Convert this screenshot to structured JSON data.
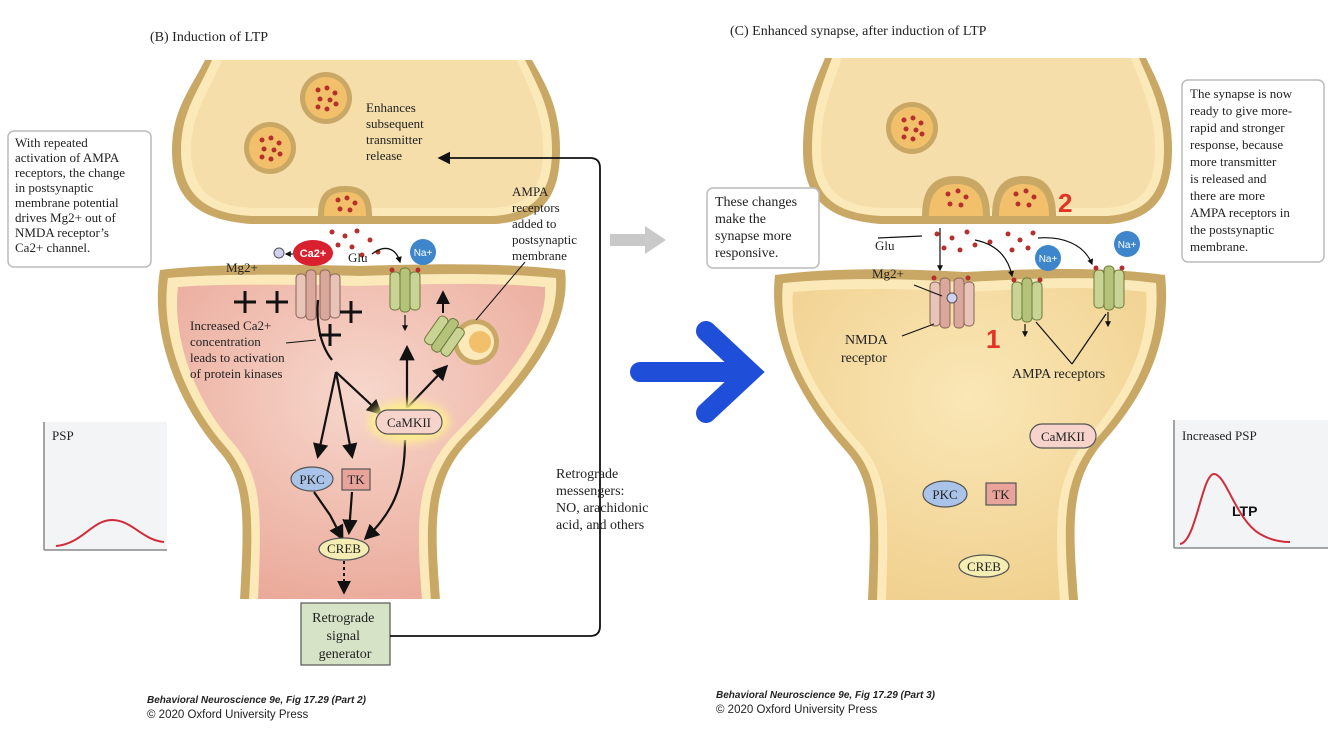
{
  "panel_b": {
    "title": "(B)  Induction of LTP",
    "mg_label": "Mg2+",
    "ca_label": "Ca2+",
    "glu_label": "Glu",
    "na_label": "Na+",
    "enhances": [
      "Enhances",
      "subsequent",
      "transmitter",
      "release"
    ],
    "ampa_added": [
      "AMPA",
      "receptors",
      "added to",
      "postsynaptic",
      "membrane"
    ],
    "left_note": [
      "With repeated",
      "activation of AMPA",
      "receptors, the change",
      "in postsynaptic",
      "membrane potential",
      "drives Mg2+ out of",
      "NMDA receptor’s",
      "Ca2+ channel."
    ],
    "increased_ca": [
      "Increased Ca2+",
      "concentration",
      "leads to activation",
      "of  protein kinases"
    ],
    "camkii": "CaMKII",
    "pkc": "PKC",
    "tk": "TK",
    "creb": "CREB",
    "retro_gen": [
      "Retrograde",
      "signal",
      "generator"
    ],
    "retro_msg": [
      "Retrograde",
      "messengers:",
      "NO, arachidonic",
      "acid, and others"
    ],
    "psp_label": "PSP",
    "citation_title": "Behavioral Neuroscience 9e, Fig 17.29 (Part 2)",
    "citation_copy": "© 2020 Oxford University Press"
  },
  "panel_c": {
    "title": "(C)  Enhanced synapse, after induction of LTP",
    "changes_note": [
      "These changes",
      "make the",
      "synapse more",
      "responsive."
    ],
    "right_note": [
      "The synapse is now",
      "ready to give more-",
      "rapid and stronger",
      "response, because",
      "more transmitter",
      "is released and",
      "there are more",
      "AMPA receptors in",
      "the postsynaptic",
      "membrane."
    ],
    "glu_label": "Glu",
    "mg_label": "Mg2+",
    "na_label": "Na+",
    "nmda": [
      "NMDA",
      "receptor"
    ],
    "ampa": "AMPA receptors",
    "marker_1": "1",
    "marker_2": "2",
    "camkii": "CaMKII",
    "pkc": "PKC",
    "tk": "TK",
    "creb": "CREB",
    "psp_label": "Increased PSP",
    "ltp_label": "LTP",
    "citation_title": "Behavioral Neuroscience 9e, Fig 17.29 (Part 3)",
    "citation_copy": "© 2020 Oxford University Press"
  },
  "colors": {
    "membrane_outer": "#c9a866",
    "membrane_fill": "#f5deaa",
    "membrane_band": "#fbe9b9",
    "post_pink": "#efb8ad",
    "vesicle_fill": "#f2c06a",
    "vesicle_dot": "#b5302c",
    "ampa_green": "#c9d494",
    "na_blue": "#3d86cc",
    "ca_red": "#d8202e",
    "pkc_blue": "#a9c4e8",
    "tk_red": "#e8a39a",
    "creb_yellow": "#f6edb4",
    "camkii_pink": "#f6d3cb",
    "retro_green": "#d7e3c6",
    "blue_arrow": "#1f4fd8",
    "gray_arrow": "#c9c9c9",
    "marker_red": "#e53323",
    "psp_curve": "#d12c3a"
  }
}
